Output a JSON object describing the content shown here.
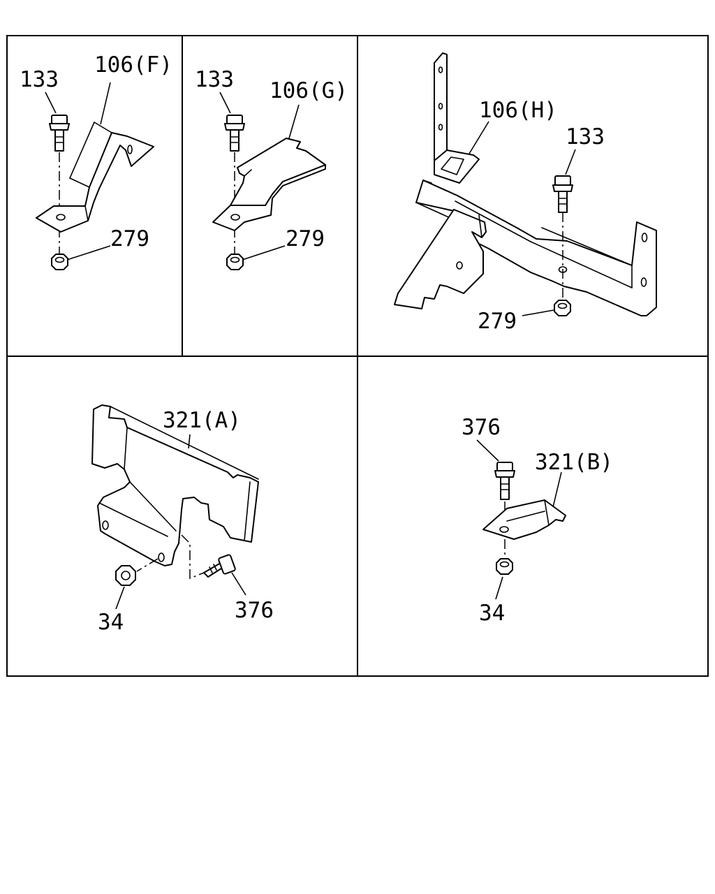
{
  "panels": [
    {
      "name": "bracket-106f",
      "callouts": {
        "bolt": "133",
        "bracket": "106(F)",
        "nut": "279"
      }
    },
    {
      "name": "bracket-106g",
      "callouts": {
        "bolt": "133",
        "bracket": "106(G)",
        "nut": "279"
      }
    },
    {
      "name": "bracket-106h",
      "callouts": {
        "bracket": "106(H)",
        "bolt": "133",
        "nut": "279"
      }
    },
    {
      "name": "bracket-321a",
      "callouts": {
        "bracket": "321(A)",
        "nut": "34",
        "bolt": "376"
      }
    },
    {
      "name": "bracket-321b",
      "callouts": {
        "bolt": "376",
        "bracket": "321(B)",
        "nut": "34"
      }
    }
  ]
}
